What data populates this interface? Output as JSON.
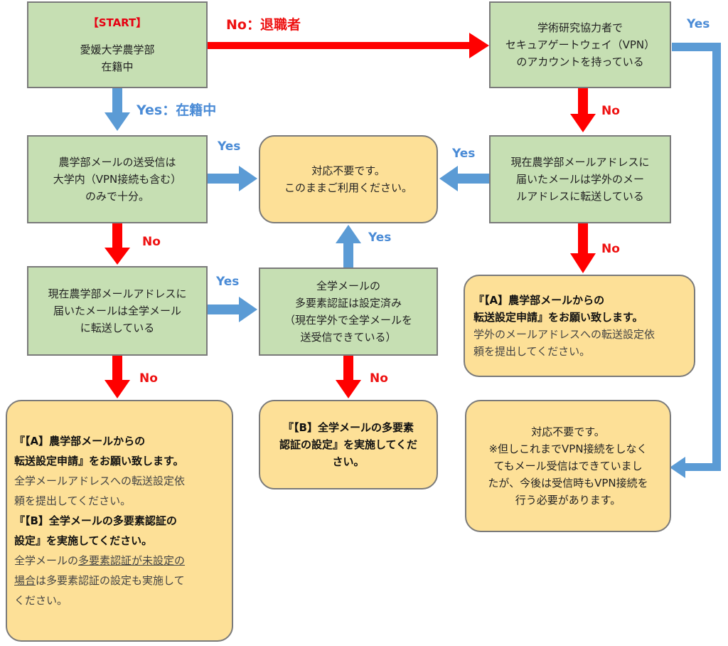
{
  "colors": {
    "yes_arrow": "#5b9bd5",
    "no_arrow": "#ff0000",
    "decision_fill": "#c6dfb3",
    "result_fill": "#fde097"
  },
  "nodes": {
    "start": {
      "tag": "【START】",
      "line1": "愛媛大学農学部",
      "line2": "在籍中"
    },
    "vpn_account": {
      "line1": "学術研究協力者で",
      "line2": "セキュアゲートウェイ（VPN）",
      "line3": "のアカウントを持っている"
    },
    "campus_only": {
      "line1": "農学部メールの送受信は",
      "line2": "大学内（VPN接続も含む）",
      "line3": "のみで十分。"
    },
    "no_action": {
      "line1": "対応不要です。",
      "line2": "このままご利用ください。"
    },
    "fwd_external": {
      "line1": "現在農学部メールアドレスに",
      "line2": "届いたメールは学外のメー",
      "line3": "ルアドレスに転送している"
    },
    "fwd_univ": {
      "line1": "現在農学部メールアドレスに",
      "line2": "届いたメールは全学メール",
      "line3": "に転送している"
    },
    "mfa_set": {
      "line1": "全学メールの",
      "line2": "多要素認証は設定済み",
      "line3": "（現在学外で全学メールを",
      "line4": "送受信できている）"
    },
    "result_a_right": {
      "bold1": "『【A】農学部メールからの",
      "bold2": "転送設定申請』をお願い致します。",
      "text1": "学外のメールアドレスへの転送設定依",
      "text2": "頼を提出してください。"
    },
    "result_vpn_note": {
      "line1": "対応不要です。",
      "line2": "※但しこれまでVPN接続をしなく",
      "line3": "てもメール受信はできていまし",
      "line4": "たが、今後は受信時もVPN接続を",
      "line5": "行う必要があります。"
    },
    "result_b_mid": {
      "line1": "『【B】全学メールの多要素",
      "line2": "認証の設定』を実施してくだ",
      "line3": "さい。"
    },
    "result_ab_left": {
      "a_bold1": "『【A】農学部メールからの",
      "a_bold2": "転送設定申請』をお願い致します。",
      "a_text1": "全学メールアドレスへの転送設定依",
      "a_text2": "頼を提出してください。",
      "b_bold1": "『【B】全学メールの多要素認証の",
      "b_bold2": "設定』を実施してください。",
      "b_text1a": "全学メールの",
      "b_text1b": "多要素認証が未設定の",
      "b_text2a": "場合",
      "b_text2b": "は多要素認証の設定も実施して",
      "b_text3": "ください。"
    }
  },
  "labels": {
    "no_retired": "No：退職者",
    "yes_enrolled": "Yes：在籍中",
    "yes_vpn": "Yes",
    "no_vpn": "No",
    "yes_campus": "Yes",
    "no_campus": "No",
    "yes_fwd_external": "Yes",
    "no_fwd_external": "No",
    "yes_fwd_univ": "Yes",
    "no_fwd_univ": "No",
    "yes_mfa": "Yes",
    "no_mfa": "No"
  }
}
